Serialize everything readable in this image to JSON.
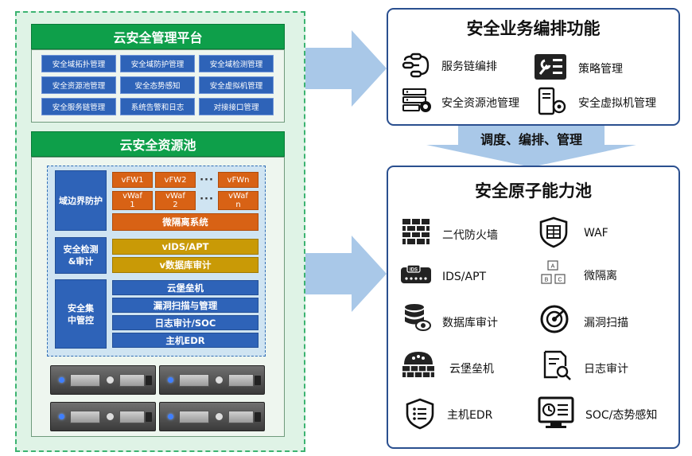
{
  "platform": {
    "title": "云安全管理平台",
    "modules": [
      "安全域拓扑管理",
      "安全域防护管理",
      "安全域检测管理",
      "安全资源池管理",
      "安全态势感知",
      "安全虚拟机管理",
      "安全服务链管理",
      "系统告警和日志",
      "对接接口管理"
    ]
  },
  "pool": {
    "title": "云安全资源池",
    "boundary": {
      "label": "域边界防护",
      "fw": [
        "vFW1",
        "vFW2",
        "vFWn"
      ],
      "waf": [
        "vWaf\n1",
        "vWaf\n2",
        "vWaf\nn"
      ],
      "dots": "···",
      "micro": "微隔离系统"
    },
    "detect": {
      "label": "安全检测&审计",
      "items": [
        "vIDS/APT",
        "v数据库审计"
      ]
    },
    "central": {
      "label": "安全集中管控",
      "items": [
        "云堡垒机",
        "漏洞扫描与管理",
        "日志审计/SOC",
        "主机EDR"
      ]
    }
  },
  "orchestration": {
    "title": "安全业务编排功能",
    "features": [
      {
        "label": "服务链编排",
        "icon": "service-chain-icon"
      },
      {
        "label": "策略管理",
        "icon": "policy-icon"
      },
      {
        "label": "安全资源池管理",
        "icon": "server-gear-icon"
      },
      {
        "label": "安全虚拟机管理",
        "icon": "vm-gear-icon"
      }
    ]
  },
  "link": {
    "label": "调度、编排、管理"
  },
  "atomic": {
    "title": "安全原子能力池",
    "capabilities": [
      {
        "label": "二代防火墙",
        "icon": "firewall-icon"
      },
      {
        "label": "WAF",
        "icon": "waf-shield-icon"
      },
      {
        "label": "IDS/APT",
        "icon": "ids-device-icon"
      },
      {
        "label": "微隔离",
        "icon": "micro-isolation-icon"
      },
      {
        "label": "数据库审计",
        "icon": "database-audit-icon"
      },
      {
        "label": "漏洞扫描",
        "icon": "radar-scan-icon"
      },
      {
        "label": "云堡垒机",
        "icon": "bastion-icon"
      },
      {
        "label": "日志审计",
        "icon": "log-audit-icon"
      },
      {
        "label": "主机EDR",
        "icon": "host-edr-icon"
      },
      {
        "label": "SOC/态势感知",
        "icon": "soc-monitor-icon"
      }
    ]
  },
  "colors": {
    "green": "#0e9f4a",
    "blue": "#2e63b8",
    "orange": "#d86215",
    "gold": "#c99a06",
    "arrow": "#a9c8e8"
  }
}
